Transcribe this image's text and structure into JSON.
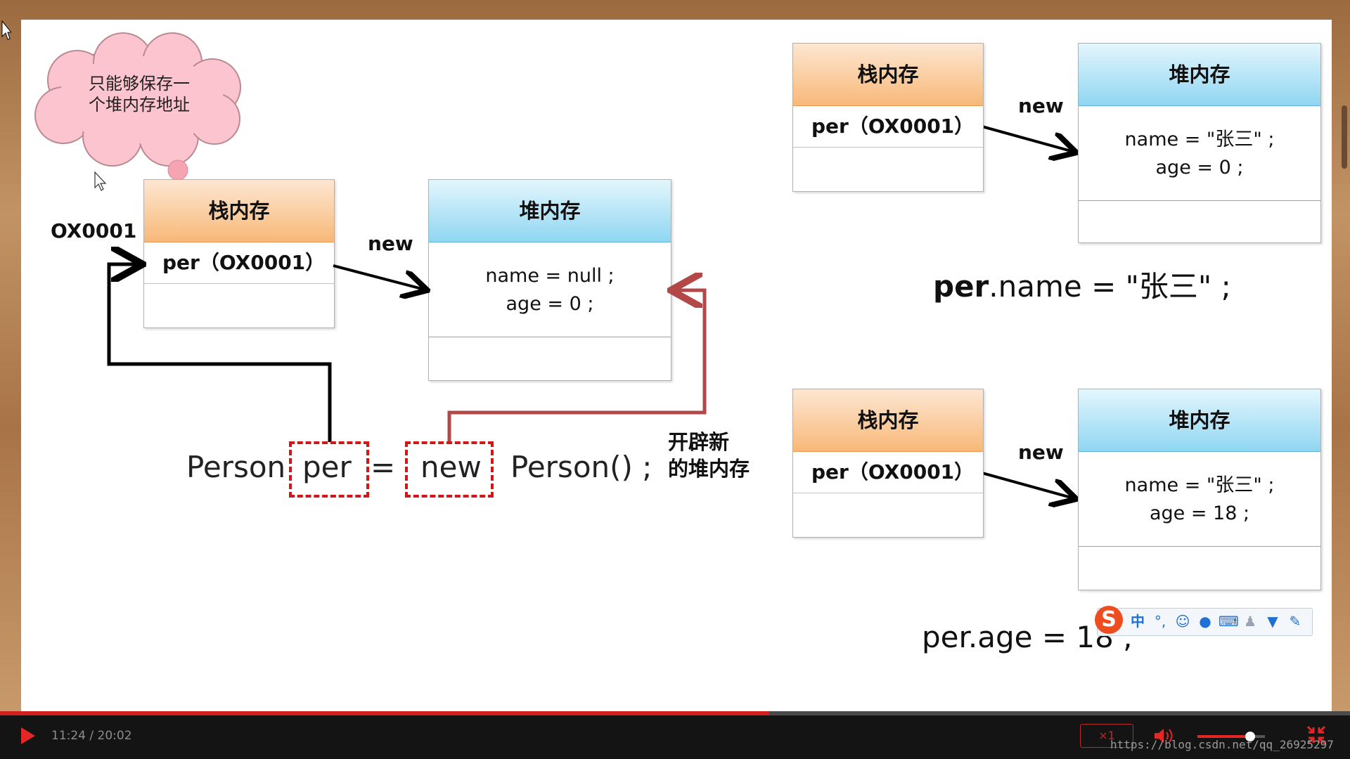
{
  "cloud": {
    "line1": "只能够保存一",
    "line2": "个堆内存地址"
  },
  "address_label": "OX0001",
  "main_stack": {
    "header": "栈内存",
    "row": "per（OX0001）"
  },
  "main_heap": {
    "header": "堆内存",
    "line1": "name = null ;",
    "line2": "age = 0 ;"
  },
  "new_label": "new",
  "code": {
    "part1": "Person",
    "part2": "per",
    "part3": "=",
    "part4": "new",
    "part5": "Person() ;"
  },
  "annotation": {
    "line1": "开辟新",
    "line2": "的堆内存"
  },
  "top_right": {
    "stack": {
      "header": "栈内存",
      "row": "per（OX0001）"
    },
    "heap": {
      "header": "堆内存",
      "line1": "name = \"张三\" ;",
      "line2": "age = 0 ;"
    },
    "new_label": "new"
  },
  "statement1": {
    "bold": "per",
    "rest": ".name = \"张三\" ;"
  },
  "bottom_right": {
    "stack": {
      "header": "栈内存",
      "row": "per（OX0001）"
    },
    "heap": {
      "header": "堆内存",
      "line1": "name = \"张三\" ;",
      "line2": "age = 18 ;"
    },
    "new_label": "new"
  },
  "statement2": "per.age = 18 ;",
  "ime_toolbar": {
    "logo": "S",
    "mode": "中",
    "icons": [
      "punctuation-icon",
      "emoji-icon",
      "microphone-icon",
      "keyboard-icon",
      "user-icon",
      "skin-icon",
      "tools-icon"
    ]
  },
  "player": {
    "time": "11:24 / 20:02",
    "speed": "×1",
    "progress": 0.57,
    "volume": 0.78,
    "watermark": "https://blog.csdn.net/qq_26925297"
  },
  "colors": {
    "accent": "#d21f1f",
    "stack_head": "#f8b878",
    "heap_head": "#8fd6f2",
    "dashed": "#d01818",
    "red_arrow": "#b34848"
  }
}
